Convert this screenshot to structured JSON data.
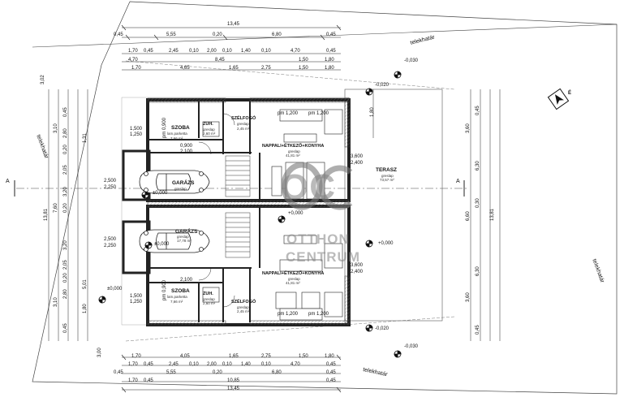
{
  "plot": {
    "boundary_label": "telekhatár"
  },
  "section_marker": "A",
  "dims_top": {
    "overall": "13,45",
    "row1": [
      "0,45",
      "5,55",
      "0,20",
      "6,80",
      "0,45"
    ],
    "row2": [
      "1,70",
      "0,45",
      "2,45",
      "0,10",
      "2,00",
      "0,10",
      "1,40",
      "0,10",
      "4,70",
      "0,45"
    ],
    "row3": [
      "4,70",
      "8,45",
      "1,50",
      "1,80"
    ],
    "row4": [
      "1,70",
      "4,65",
      "1,65",
      "2,75",
      "1,50",
      "1,80"
    ]
  },
  "dims_bottom": {
    "row1": [
      "1,70",
      "4,05",
      "1,65",
      "2,75",
      "1,50",
      "1,80"
    ],
    "row2": [
      "1,70",
      "0,45",
      "2,45",
      "0,10",
      "2,00",
      "0,10",
      "1,40",
      "0,10",
      "4,70",
      "0,45"
    ],
    "row3": [
      "0,45",
      "5,55",
      "0,20",
      "6,80",
      "0,45"
    ],
    "row4": [
      "1,70",
      "0,45",
      "10,85",
      "0,45"
    ],
    "overall": "13,45"
  },
  "dims_left": [
    "3,02",
    "0,45",
    "3,10",
    "2,80",
    "0,20",
    "2,05",
    "3,20",
    "0,20",
    "3,20",
    "2,05",
    "0,20",
    "2,80",
    "0,45",
    "3,10",
    "13,81",
    "1,31",
    "7,60",
    "1,80",
    "3,00",
    "5,01"
  ],
  "dims_right": [
    "0,45",
    "3,60",
    "6,30",
    "0,30",
    "6,60",
    "6,30",
    "3,60",
    "0,45",
    "1,80",
    "13,81"
  ],
  "levels": [
    "-0,030",
    "-0,020",
    "±0,000",
    "±0,000",
    "+0,000",
    "±0,000",
    "+0,000",
    "-0,020",
    "-0,030"
  ],
  "rooms": {
    "szoba_top": {
      "name": "SZOBA",
      "floor": "lam.parketta",
      "area": "7,66 m²"
    },
    "zuh_top": {
      "name": "ZUH.",
      "floor": "greslap",
      "area": "2,60 m²"
    },
    "szelfogo_top": {
      "name": "SZÉLFOGÓ",
      "floor": "greslap",
      "area": "2,45 m²"
    },
    "nappali_top": {
      "name": "NAPPALI+ÉTKEZŐ+KONYHA",
      "floor": "greslap",
      "area": "41,81 m²"
    },
    "garazs_top": {
      "name": "GARÁZS",
      "floor": "greslap",
      "area": ""
    },
    "terasz": {
      "name": "TERASZ",
      "floor": "greslap",
      "area": "73,57 m²"
    },
    "garazs_bottom": {
      "name": "GARÁZS",
      "floor": "greslap",
      "area": "17,78 m²"
    },
    "nappali_bottom": {
      "name": "NAPPALI+ÉTKEZŐ+KONYHA",
      "floor": "greslap",
      "area": "41,81 m²"
    },
    "szoba_bottom": {
      "name": "SZOBA",
      "floor": "lam.parketta",
      "area": "7,66 m²"
    },
    "zuh_bottom": {
      "name": "ZUH.",
      "floor": "greslap",
      "area": "2,60 m²"
    },
    "szelfogo_bottom": {
      "name": "SZÉLFOGÓ",
      "floor": "greslap",
      "area": "2,45 m²"
    }
  },
  "openings": [
    "pm 0,900",
    "2,100",
    "0,900",
    "2,100",
    "pm 1,200",
    "pm 1,200",
    "3,600",
    "2,400",
    "2,500",
    "2,250",
    "2,500",
    "2,250",
    "3,600",
    "2,400",
    "pm 1,200",
    "pm 1,200",
    "pm 0,900",
    "1,500",
    "1,250",
    "1,500",
    "1,250"
  ],
  "watermark": {
    "logo": "OC",
    "line1": "OTTHON",
    "line2": "CENTRUM"
  },
  "north_label": "É"
}
